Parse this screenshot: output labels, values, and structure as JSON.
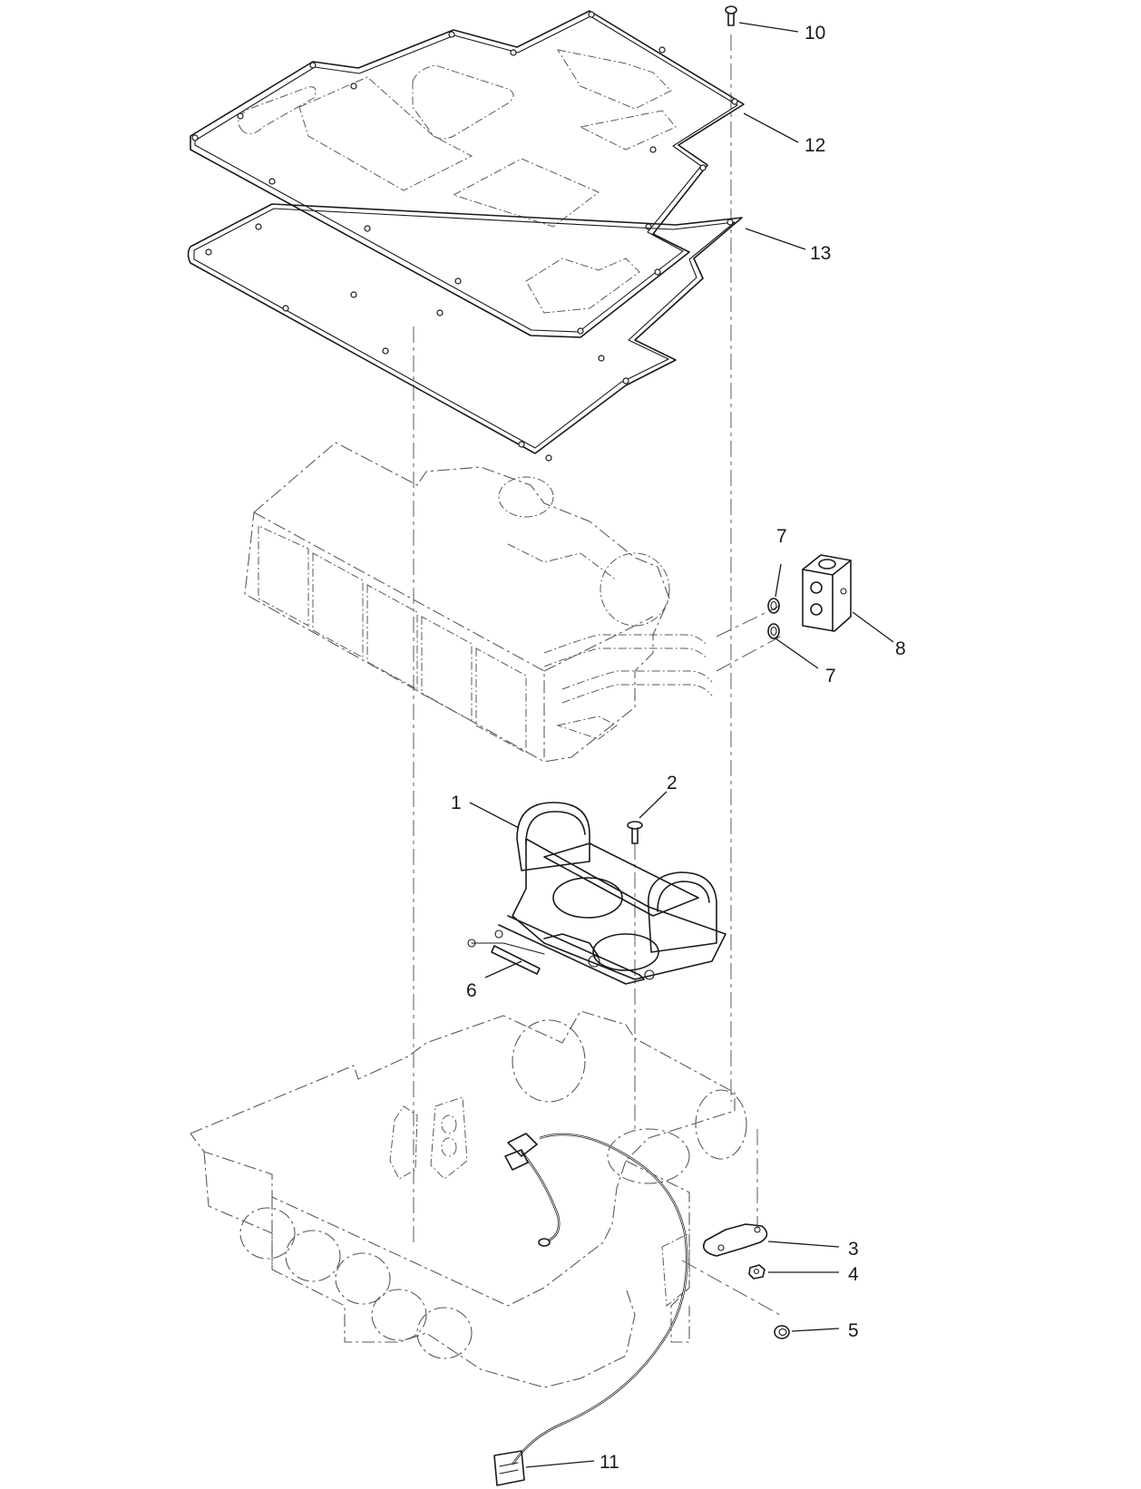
{
  "callouts": {
    "c1": "1",
    "c2": "2",
    "c3": "3",
    "c4": "4",
    "c5": "5",
    "c6": "6",
    "c7a": "7",
    "c7b": "7",
    "c8": "8",
    "c10": "10",
    "c11": "11",
    "c12": "12",
    "c13": "13"
  },
  "style": {
    "line_color": "#1a1a1a",
    "phantom_color": "#5a5a5a",
    "background": "#ffffff"
  }
}
